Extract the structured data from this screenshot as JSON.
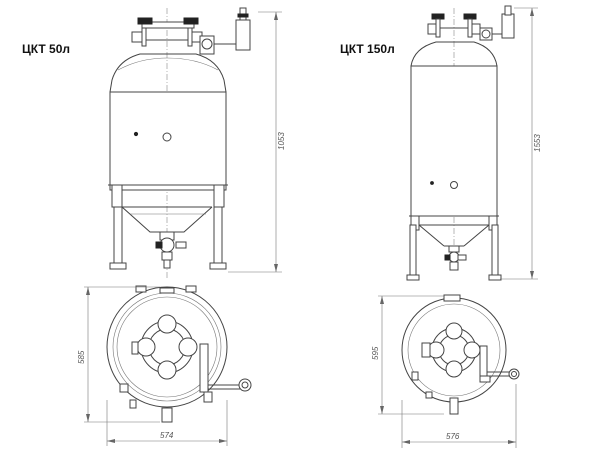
{
  "tanks": [
    {
      "title": "ЦКТ 50л",
      "height_dim": "1053",
      "depth_dim": "585",
      "width_dim": "574"
    },
    {
      "title": "ЦКТ 150л",
      "height_dim": "1553",
      "depth_dim": "595",
      "width_dim": "576"
    }
  ]
}
